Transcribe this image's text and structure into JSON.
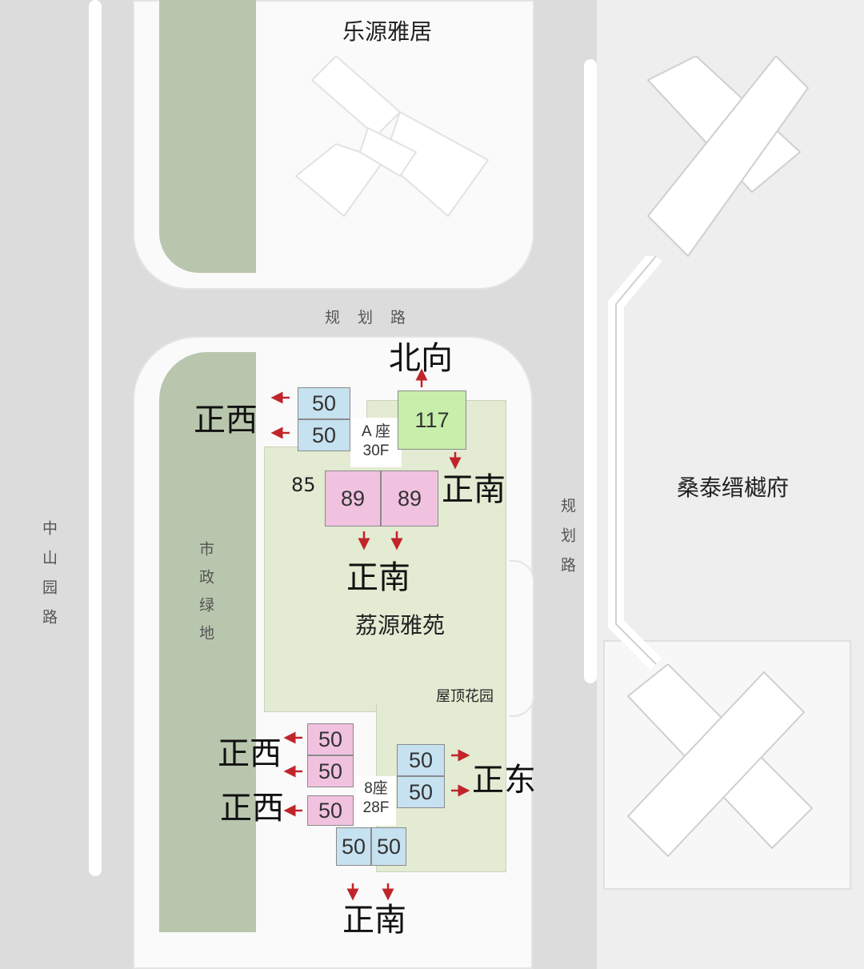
{
  "map": {
    "labels": {
      "north_estate": "乐源雅居",
      "east_estate": "桑泰缙樾府",
      "main_estate": "荔源雅苑",
      "roof_garden": "屋顶花园",
      "green_land": "市政绿地",
      "unit_85": "85"
    },
    "roads": {
      "horizontal": "规划路",
      "vertical_east": "规划路",
      "west": "中山园路"
    },
    "towers": {
      "a": {
        "line1": "A 座",
        "line2": "30F"
      },
      "b": {
        "line1": "8座",
        "line2": "28F"
      }
    },
    "units": {
      "a_west_1": "50",
      "a_west_2": "50",
      "a_north": "117",
      "a_south_1": "89",
      "a_south_2": "89",
      "b_west_1": "50",
      "b_west_2": "50",
      "b_west_3": "50",
      "b_east_1": "50",
      "b_east_2": "50",
      "b_south_1": "50",
      "b_south_2": "50"
    },
    "directions": {
      "north": "北向",
      "west_a": "正西",
      "south_a_right": "正南",
      "south_a_center": "正南",
      "west_b_1": "正西",
      "west_b_2": "正西",
      "east_b": "正东",
      "south_b": "正南"
    },
    "colors": {
      "blue_unit": "#c6e1f0",
      "pink_unit": "#f1c2df",
      "green_unit": "#c7eeaa",
      "arrow": "#c0252a",
      "site": "#e3ebd3",
      "green_strip": "#b9c6ae"
    }
  }
}
